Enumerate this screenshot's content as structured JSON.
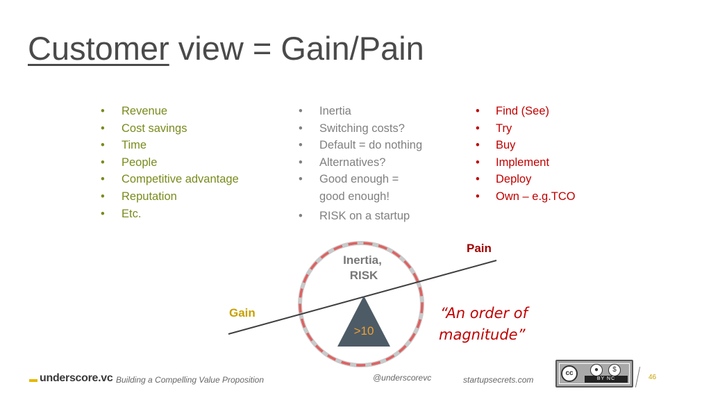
{
  "title": {
    "underlined": "Customer",
    "rest": " view = Gain/Pain"
  },
  "columns": {
    "gain": [
      "Revenue",
      "Cost savings",
      "Time",
      "People",
      "Competitive advantage",
      "Reputation",
      "Etc."
    ],
    "inertia": [
      "Inertia",
      "Switching costs?",
      "Default = do nothing",
      "Alternatives?",
      "Good enough =",
      "good enough!",
      "RISK on a startup"
    ],
    "pain": [
      "Find (See)",
      "Try",
      "Buy",
      "Implement",
      "Deploy",
      "Own – e.g.TCO"
    ]
  },
  "diagram": {
    "pain_label": "Pain",
    "gain_label": "Gain",
    "inertia_label_1": "Inertia,",
    "inertia_label_2": "RISK",
    "fulcrum_label": ">10",
    "quote_1": "“An order of",
    "quote_2": "magnitude”"
  },
  "footer": {
    "logo": "underscore.vc",
    "subtitle": "Building a Compelling Value Proposition",
    "handle": "@underscorevc",
    "site": "startupsecrets.com",
    "license": "BY   NC",
    "page": "46"
  },
  "colors": {
    "gain": "#7a8a1c",
    "inertia": "#808080",
    "pain": "#c00000",
    "gain_label": "#c8a000",
    "quote": "#c00000",
    "circle": "#e06060",
    "fulcrum": "#4d5b66"
  },
  "icons": [
    "creative-commons-icon",
    "attribution-icon",
    "noncommercial-icon"
  ]
}
